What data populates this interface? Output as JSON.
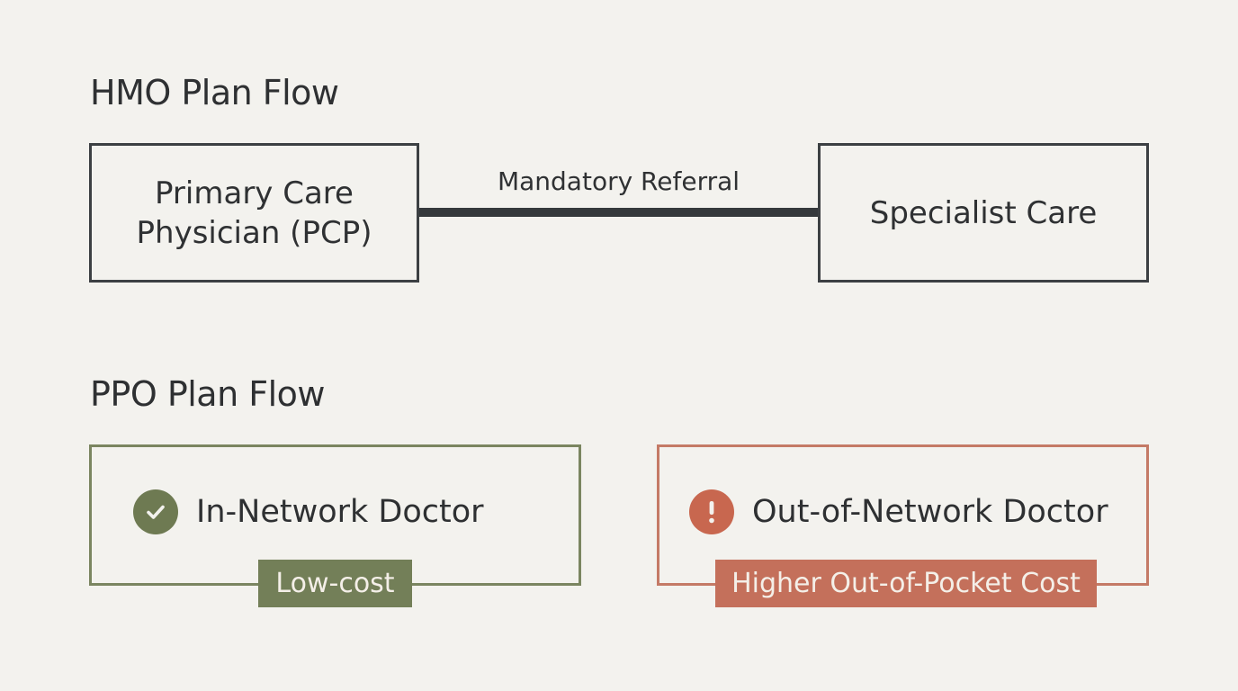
{
  "hmo": {
    "title": "HMO Plan Flow",
    "pcp_label": "Primary Care\nPhysician (PCP)",
    "referral_label": "Mandatory Referral",
    "specialist_label": "Specialist Care"
  },
  "ppo": {
    "title": "PPO Plan Flow",
    "in_network_label": "In-Network Doctor",
    "in_network_icon": "check-circle-icon",
    "in_network_tag": "Low-cost",
    "out_network_label": "Out-of-Network Doctor",
    "out_network_icon": "exclamation-circle-icon",
    "out_network_tag": "Higher Out-of-Pocket Cost"
  },
  "colors": {
    "background": "#f3f2ee",
    "hmo_border": "#3c4043",
    "in_network_green": "#737f58",
    "out_network_red": "#c4705b"
  }
}
